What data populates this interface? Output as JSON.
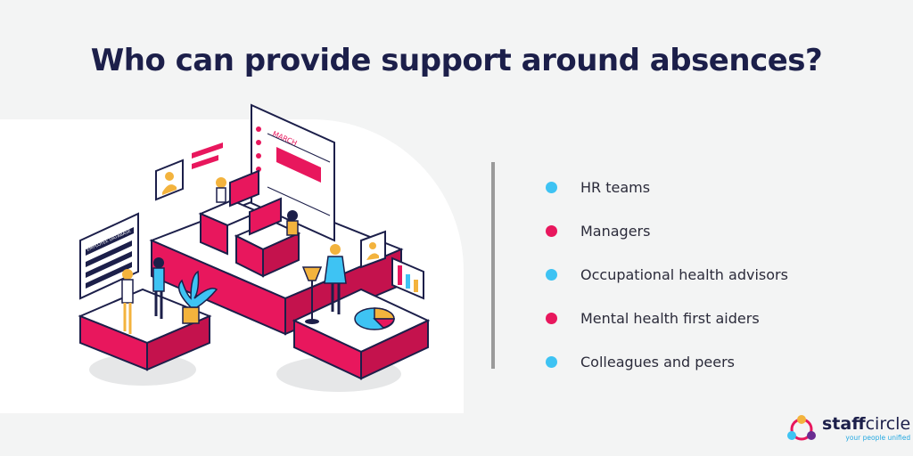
{
  "title": "Who can provide support around absences?",
  "colors": {
    "navy": "#1c1f4a",
    "pink": "#e8175d",
    "blue": "#3ec3f3",
    "bg": "#f3f4f4"
  },
  "support_list": [
    {
      "label": "HR teams",
      "color": "#3ec3f3"
    },
    {
      "label": "Managers",
      "color": "#e8175d"
    },
    {
      "label": "Occupational health advisors",
      "color": "#3ec3f3"
    },
    {
      "label": "Mental health first aiders",
      "color": "#e8175d"
    },
    {
      "label": "Colleagues and peers",
      "color": "#3ec3f3"
    }
  ],
  "illustration": {
    "calendar_month": "MARCH",
    "board_title": "EMPLOYEE DATABASE"
  },
  "logo": {
    "name_bold": "staff",
    "name_light": "circle",
    "tagline": "your people unified",
    "icon": "staffcircle-logo-icon"
  }
}
